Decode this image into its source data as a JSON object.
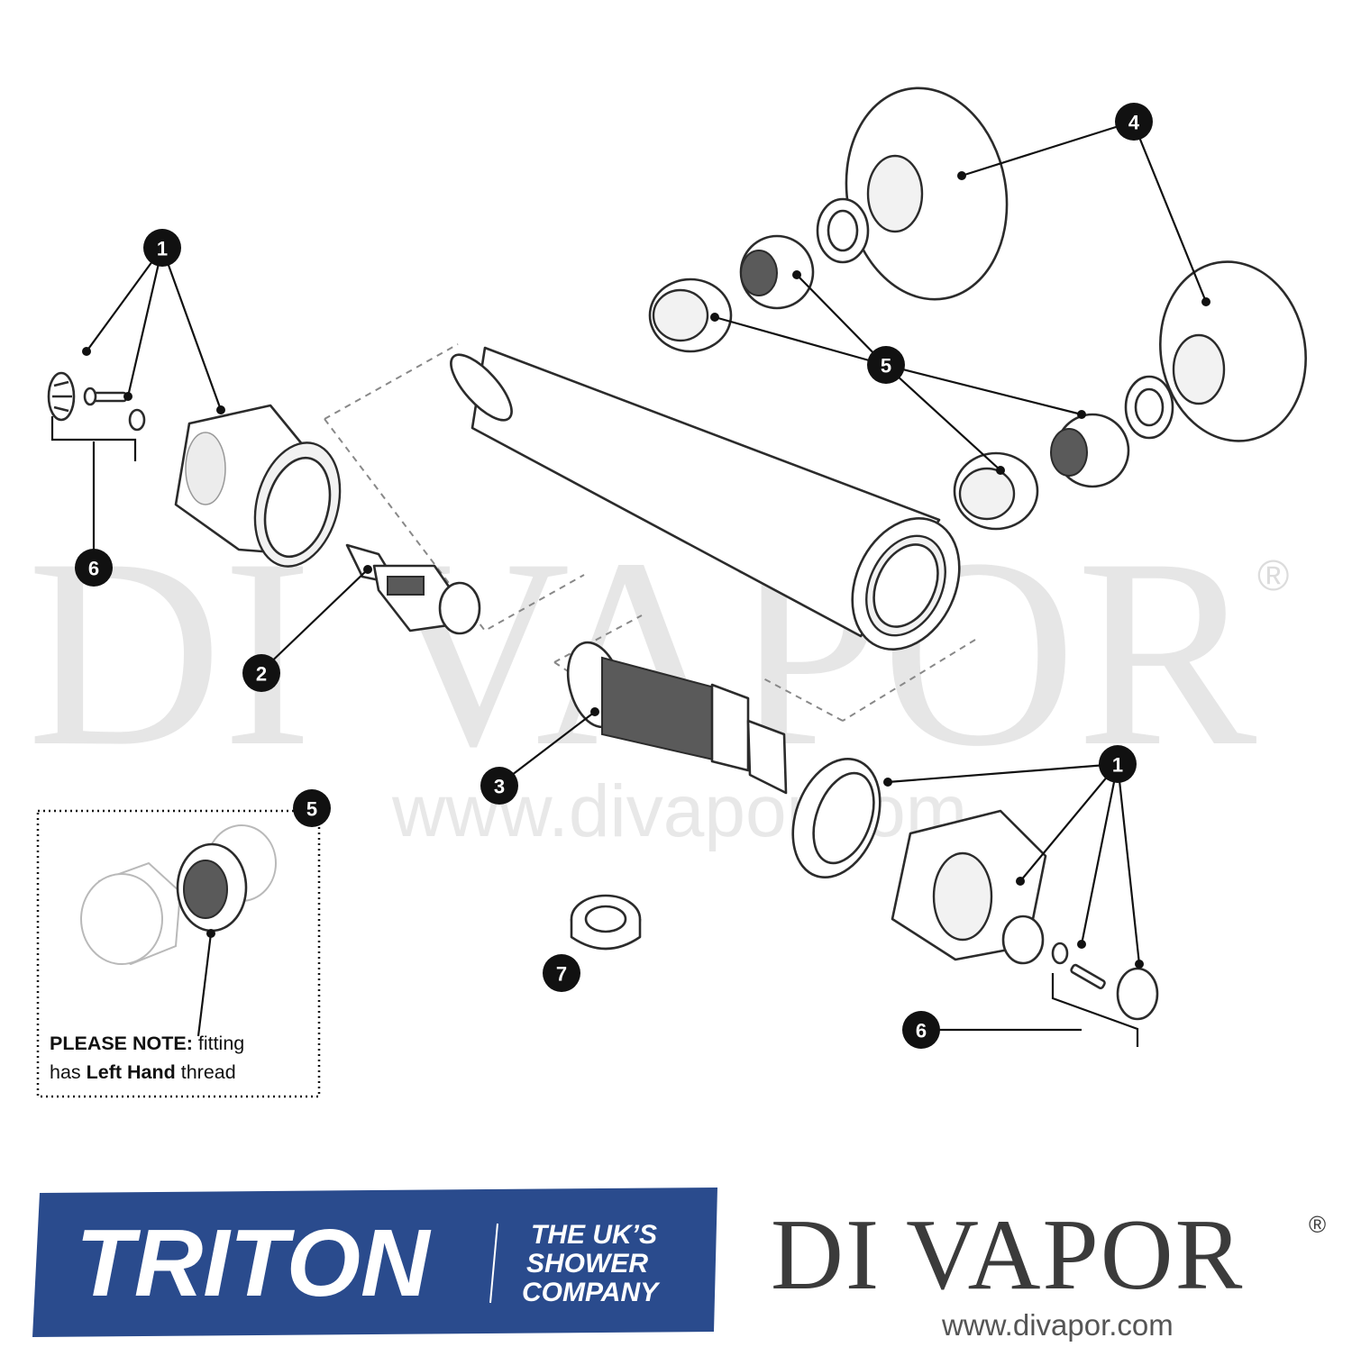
{
  "watermark": {
    "name": "DI VAPOR",
    "registered": "®",
    "url": "www.divapor.com"
  },
  "callouts": {
    "c1a": "1",
    "c1b": "1",
    "c2": "2",
    "c3": "3",
    "c4": "4",
    "c5a": "5",
    "c5b": "5",
    "c6a": "6",
    "c6b": "6",
    "c7": "7"
  },
  "note": {
    "bold_prefix": "PLEASE NOTE:",
    "line1_rest": " fitting",
    "line2_start": "has ",
    "line2_bold": "Left Hand",
    "line2_end": " thread"
  },
  "triton": {
    "name": "TRITON",
    "tagline": [
      "THE UK’S",
      "SHOWER",
      "COMPANY"
    ],
    "color": "#2a4b8d"
  },
  "divapor": {
    "name": "DI VAPOR",
    "registered": "®",
    "url": "www.divapor.com"
  }
}
